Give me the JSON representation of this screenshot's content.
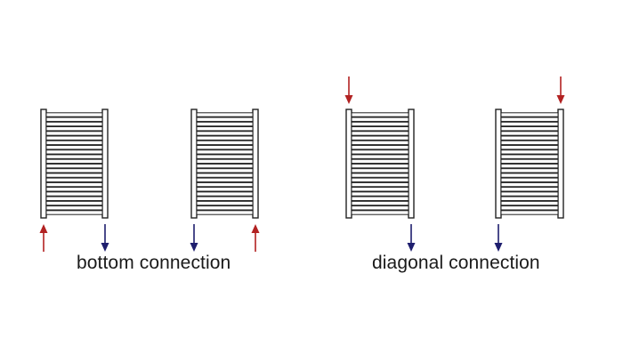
{
  "captions": {
    "bottom": "bottom connection",
    "diagonal": "diagonal connection"
  },
  "colors": {
    "supply_arrow": "#b22222",
    "return_arrow": "#1e1e6e",
    "radiator_stroke": "#222222"
  },
  "groups": [
    {
      "name": "bottom-connection",
      "radiators": [
        {
          "name": "radiator-bottom-1",
          "arrows": [
            {
              "name": "supply-arrow",
              "direction": "up",
              "flow": "supply"
            },
            {
              "name": "return-arrow",
              "direction": "down",
              "flow": "return"
            }
          ]
        },
        {
          "name": "radiator-bottom-2",
          "arrows": [
            {
              "name": "return-arrow",
              "direction": "down",
              "flow": "return"
            },
            {
              "name": "supply-arrow",
              "direction": "up",
              "flow": "supply"
            }
          ]
        }
      ]
    },
    {
      "name": "diagonal-connection",
      "radiators": [
        {
          "name": "radiator-diagonal-1",
          "arrows": [
            {
              "name": "supply-arrow",
              "direction": "down",
              "flow": "supply"
            },
            {
              "name": "return-arrow",
              "direction": "down",
              "flow": "return"
            }
          ]
        },
        {
          "name": "radiator-diagonal-2",
          "arrows": [
            {
              "name": "return-arrow",
              "direction": "down",
              "flow": "return"
            },
            {
              "name": "supply-arrow",
              "direction": "down",
              "flow": "supply"
            }
          ]
        }
      ]
    }
  ]
}
